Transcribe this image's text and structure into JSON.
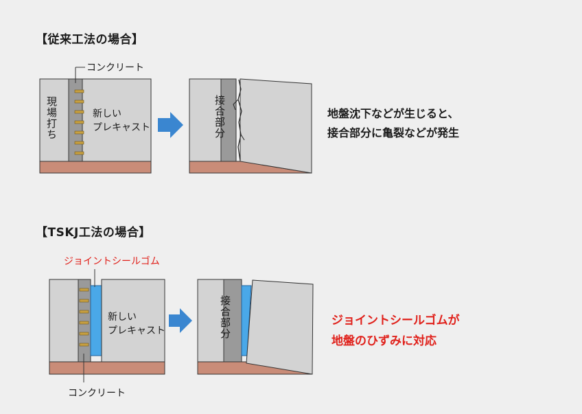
{
  "section1": {
    "title": "【従来工法の場合】",
    "concrete_label": "コンクリート",
    "cast_in_place_label": "現場打ち",
    "new_precast_label": "新しい\nプレキャスト",
    "joint_label": "接合部分",
    "description": "地盤沈下などが生じると、\n接合部分に亀裂などが発生"
  },
  "section2": {
    "title": "【TSKJ工法の場合】",
    "seal_label": "ジョイントシールゴム",
    "concrete_label": "コンクリート",
    "new_precast_label": "新しい\nプレキャスト",
    "joint_label": "接合部分",
    "description": "ジョイントシールゴムが\n地盤のひずみに対応"
  },
  "colors": {
    "background": "#efefef",
    "block": "#d3d3d3",
    "joint_band": "#9a9a9a",
    "ground": "#c98c78",
    "seal": "#4aa8e8",
    "arrow": "#3a86d0",
    "bolt": "#c8a040",
    "emphasis": "#e0201a"
  }
}
